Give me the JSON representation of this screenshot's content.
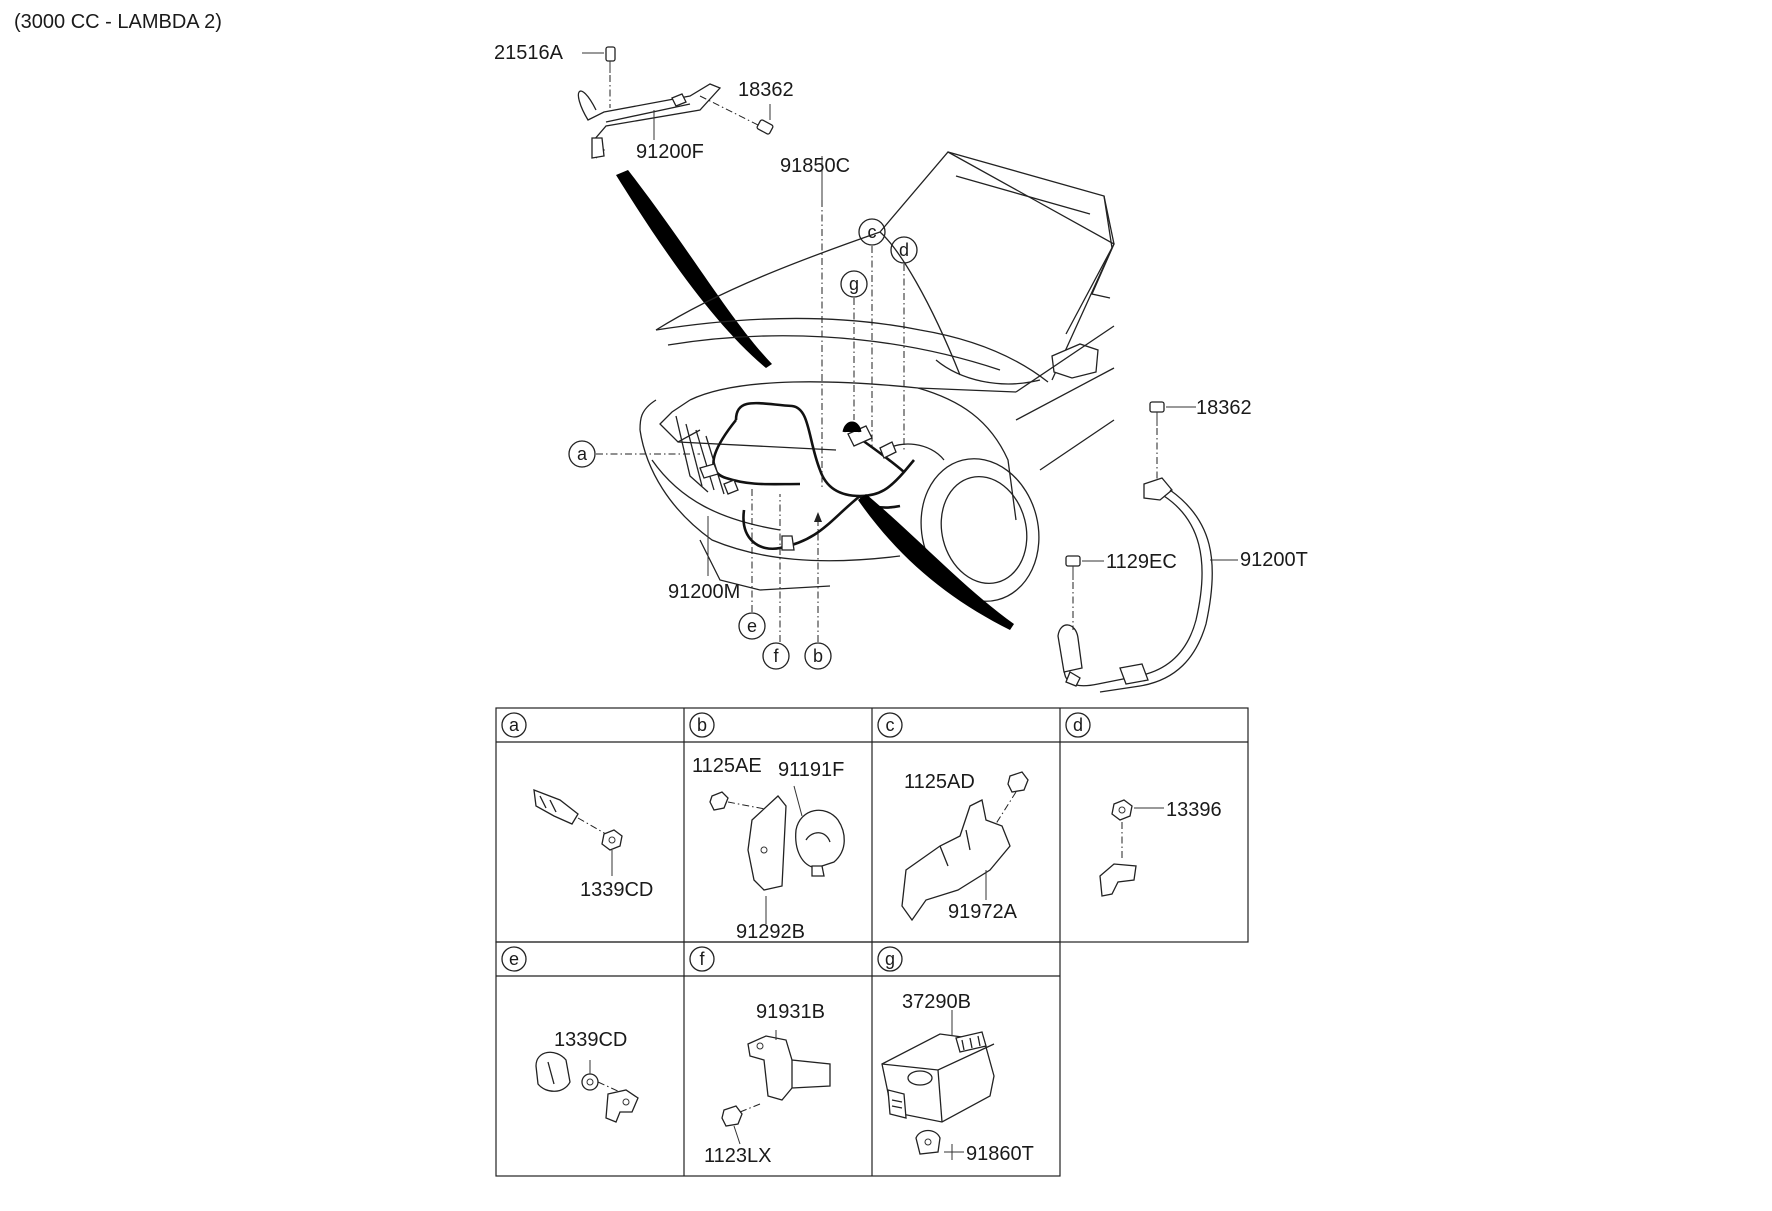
{
  "header": {
    "title": "(3000 CC - LAMBDA 2)"
  },
  "parts": {
    "p21516A": "21516A",
    "p18362_top": "18362",
    "p91200F": "91200F",
    "p91850C": "91850C",
    "p18362_right": "18362",
    "p1129EC": "1129EC",
    "p91200T": "91200T",
    "p91200M": "91200M"
  },
  "callouts": {
    "a": "a",
    "b": "b",
    "c": "c",
    "d": "d",
    "e": "e",
    "f": "f",
    "g": "g"
  },
  "detail_table": {
    "cells": [
      {
        "letter": "a",
        "labels": [
          "1339CD"
        ]
      },
      {
        "letter": "b",
        "labels": [
          "1125AE",
          "91191F",
          "91292B"
        ]
      },
      {
        "letter": "c",
        "labels": [
          "1125AD",
          "91972A"
        ]
      },
      {
        "letter": "d",
        "labels": [
          "13396"
        ]
      },
      {
        "letter": "e",
        "labels": [
          "1339CD"
        ]
      },
      {
        "letter": "f",
        "labels": [
          "91931B",
          "1123LX"
        ]
      },
      {
        "letter": "g",
        "labels": [
          "37290B",
          "91860T"
        ]
      }
    ]
  }
}
